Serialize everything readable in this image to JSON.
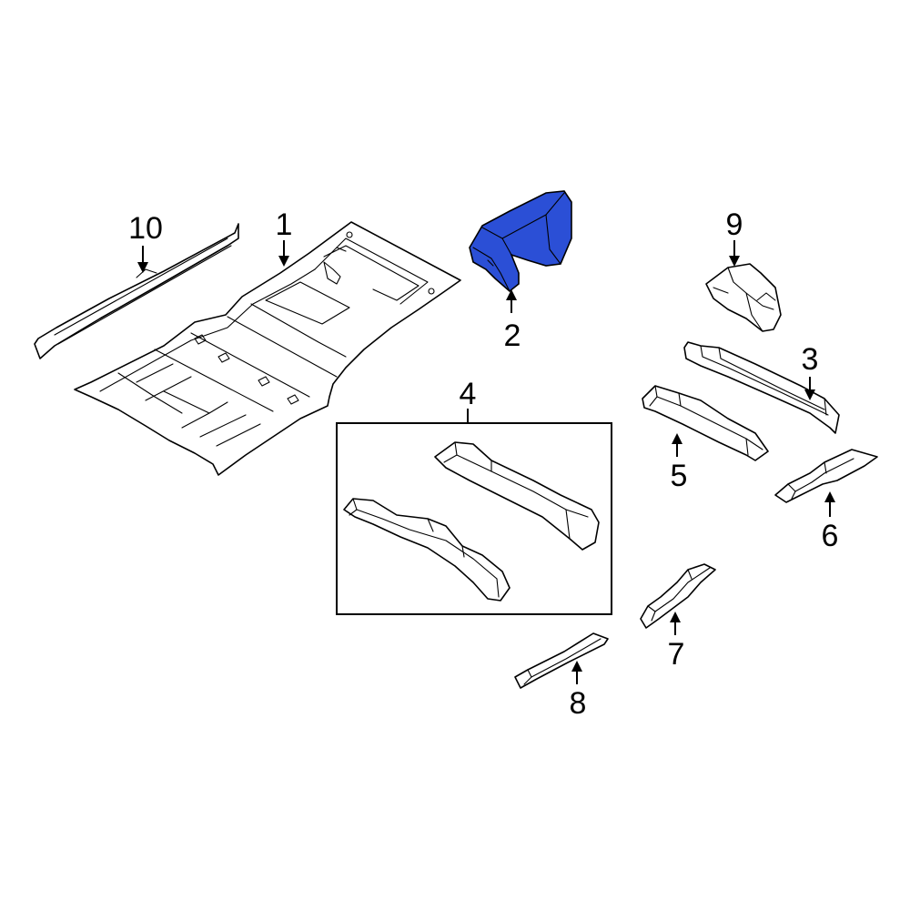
{
  "diagram": {
    "highlight_color": "#2b4fd6",
    "outline_color": "#000000",
    "background_color": "#ffffff",
    "callouts": [
      {
        "id": "1",
        "label": "1"
      },
      {
        "id": "2",
        "label": "2",
        "highlighted": true
      },
      {
        "id": "3",
        "label": "3"
      },
      {
        "id": "4",
        "label": "4"
      },
      {
        "id": "5",
        "label": "5"
      },
      {
        "id": "6",
        "label": "6"
      },
      {
        "id": "7",
        "label": "7"
      },
      {
        "id": "8",
        "label": "8"
      },
      {
        "id": "9",
        "label": "9"
      },
      {
        "id": "10",
        "label": "10"
      }
    ]
  }
}
